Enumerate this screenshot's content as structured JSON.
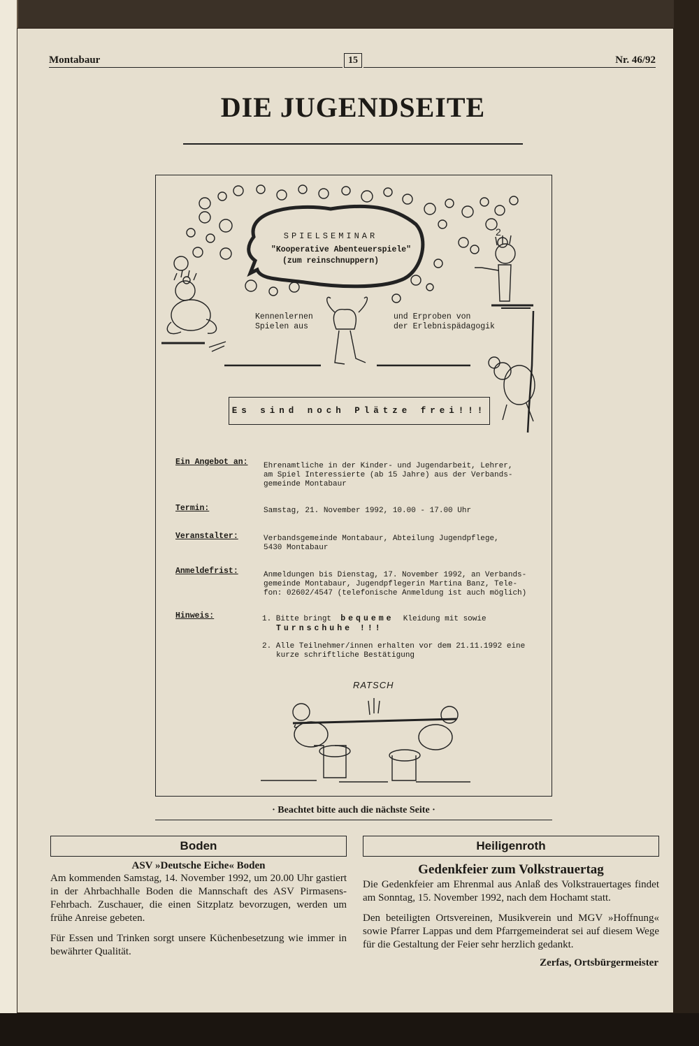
{
  "header": {
    "left": "Montabaur",
    "page": "15",
    "right": "Nr. 46/92"
  },
  "title": "DIE JUGENDSEITE",
  "flyer": {
    "seminar_title": "SPIELSEMINAR",
    "seminar_subtitle": "\"Kooperative Abenteuerspiele\"",
    "seminar_subtitle2": "(zum reinschnuppern)",
    "left_caption_1": "Kennenlernen",
    "left_caption_2": "Spielen aus",
    "right_caption_1": "und Erproben von",
    "right_caption_2": "der Erlebnispädagogik",
    "places_notice": "Es sind noch Plätze frei!!!",
    "doodle_text": "RATSCH",
    "info": {
      "angebot_label": "Ein Angebot an:",
      "angebot_1": "Ehrenamtliche in der Kinder- und Jugendarbeit, Lehrer,",
      "angebot_2": "am Spiel Interessierte (ab 15 Jahre) aus der Verbands-",
      "angebot_3": "gemeinde Montabaur",
      "termin_label": "Termin:",
      "termin_1": "Samstag, 21. November 1992, 10.00 - 17.00 Uhr",
      "veranstalter_label": "Veranstalter:",
      "veranstalter_1": "Verbandsgemeinde Montabaur, Abteilung Jugendpflege,",
      "veranstalter_2": "5430 Montabaur",
      "anmelde_label": "Anmeldefrist:",
      "anmelde_1": "Anmeldungen bis Dienstag, 17. November 1992, an Verbands-",
      "anmelde_2": "gemeinde Montabaur, Jugendpflegerin Martina Banz, Tele-",
      "anmelde_3": "fon: 02602/4547 (telefonische Anmeldung ist auch möglich)",
      "hinweis_label": "Hinweis:",
      "hinweis_1_a": "1. Bitte bringt",
      "hinweis_1_b": "bequeme",
      "hinweis_1_c": "Kleidung mit sowie",
      "hinweis_1_d": "Turnschuhe !!!",
      "hinweis_2_a": "2. Alle Teilnehmer/innen erhalten vor dem 21.11.1992 eine",
      "hinweis_2_b": "kurze schriftliche Bestätigung"
    }
  },
  "note": "· Beachtet bitte auch die nächste Seite ·",
  "boden": {
    "section": "Boden",
    "headline": "ASV »Deutsche Eiche« Boden",
    "p1": "Am kommenden Samstag, 14. November 1992, um 20.00 Uhr gastiert in der Ahrbachhalle Boden die Mannschaft des ASV Pirmasens-Fehrbach. Zuschauer, die einen Sitzplatz bevorzugen, werden um frühe Anreise gebeten.",
    "p2": "Für Essen und Trinken sorgt unsere Küchenbesetzung wie immer in bewährter Qualität."
  },
  "heiligenroth": {
    "section": "Heiligenroth",
    "headline": "Gedenkfeier zum Volkstrauertag",
    "p1": "Die Gedenkfeier am Ehrenmal aus Anlaß des Volkstrauertages findet am Sonntag, 15. November 1992, nach dem Hochamt statt.",
    "p2": "Den beteiligten Ortsvereinen, Musikverein und MGV »Hoffnung« sowie Pfarrer Lappas und dem Pfarrgemeinderat sei auf diesem Wege für die Gestaltung der Feier sehr herzlich gedankt.",
    "signature": "Zerfas, Ortsbürgermeister"
  }
}
